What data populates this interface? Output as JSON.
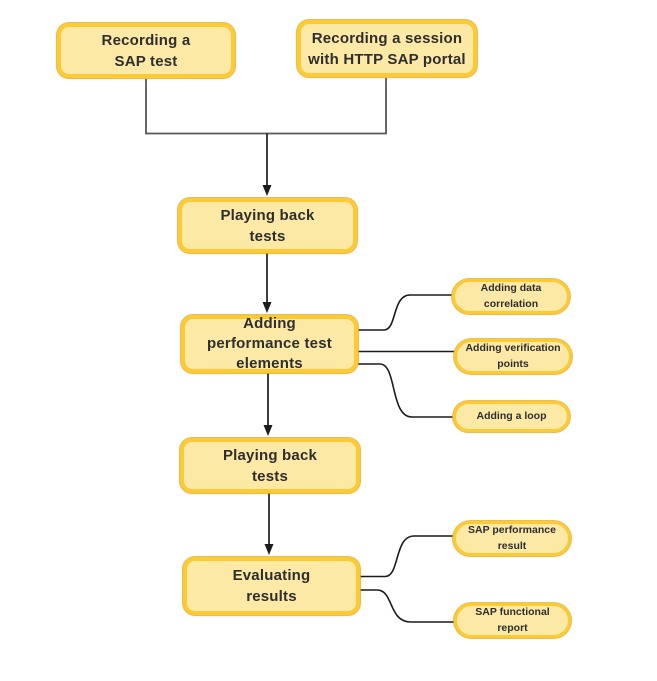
{
  "nodes": {
    "recording_sap_test": {
      "label": "Recording a\nSAP test"
    },
    "recording_session_http_sap_portal": {
      "label": "Recording a session\nwith HTTP SAP portal"
    },
    "playing_back_tests_1": {
      "label": "Playing back\ntests"
    },
    "adding_performance_test_elements": {
      "label": "Adding\nperformance test\nelements"
    },
    "playing_back_tests_2": {
      "label": "Playing back\ntests"
    },
    "evaluating_results": {
      "label": "Evaluating\nresults"
    }
  },
  "callouts": {
    "adding_data_correlation": {
      "label": "Adding data\ncorrelation"
    },
    "adding_verification_points": {
      "label": "Adding verification\npoints"
    },
    "adding_a_loop": {
      "label": "Adding a loop"
    },
    "sap_performance_result": {
      "label": "SAP performance\nresult"
    },
    "sap_functional_report": {
      "label": "SAP functional\nreport"
    }
  },
  "colors": {
    "background": "#FFFFFF",
    "node_fill": "#FCE9A5",
    "node_border": "#FBCA35",
    "node_border_outer_edge": "#E2AA1E",
    "text": "#2E2E2E",
    "merge_bracket_line": "#58585B",
    "arrow_line": "#1C1C1C"
  }
}
